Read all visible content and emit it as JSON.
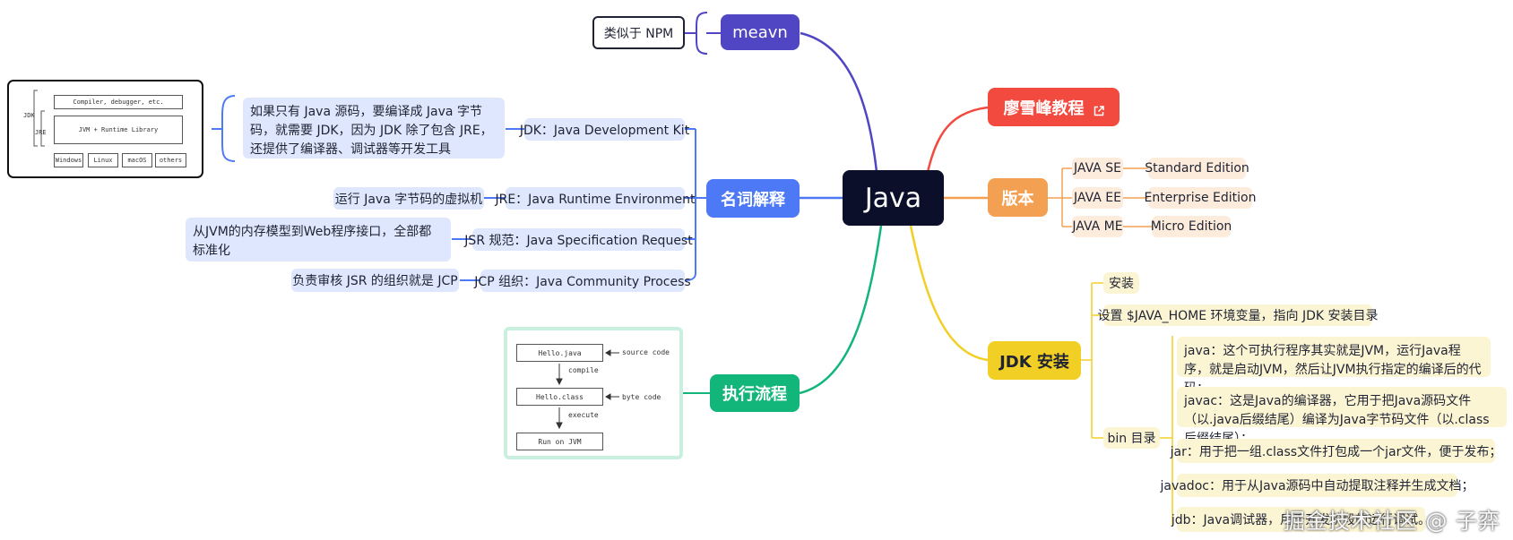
{
  "root": {
    "label": "Java"
  },
  "meavn": {
    "label": "meavn",
    "note": "类似于 NPM"
  },
  "tutorial": {
    "label": "廖雪峰教程"
  },
  "terms": {
    "label": "名词解释",
    "jdk": {
      "label": "JDK：Java Development Kit",
      "note": "如果只有 Java 源码，要编译成 Java 字节码，就需要 JDK，因为 JDK 除了包含 JRE，还提供了编译器、调试器等开发工具"
    },
    "jre": {
      "label": "JRE：Java Runtime Environment",
      "note": "运行 Java 字节码的虚拟机"
    },
    "jsr": {
      "label": "JSR 规范：Java Specification Request",
      "note": "从JVM的内存模型到Web程序接口，全部都标准化"
    },
    "jcp": {
      "label": "JCP 组织：Java Community Process",
      "note": "负责审核 JSR 的组织就是 JCP"
    },
    "diagram": {
      "top": "Compiler, debugger, etc.",
      "mid": "JVM + Runtime Library",
      "os": [
        "Windows",
        "Linux",
        "macOS",
        "others"
      ],
      "jdk": "JDK",
      "jre": "JRE"
    }
  },
  "versions": {
    "label": "版本",
    "items": [
      {
        "abbr": "JAVA SE",
        "name": "Standard Edition"
      },
      {
        "abbr": "JAVA EE",
        "name": "Enterprise Edition"
      },
      {
        "abbr": "JAVA ME",
        "name": "Micro Edition"
      }
    ]
  },
  "flow": {
    "label": "执行流程",
    "diagram": {
      "source_file": "Hello.java",
      "source_note": "source code",
      "compile": "compile",
      "class_file": "Hello.class",
      "class_note": "byte code",
      "execute": "execute",
      "run": "Run on JVM"
    }
  },
  "install": {
    "label": "JDK 安装",
    "step1": "安装",
    "step2": "设置 $JAVA_HOME 环境变量，指向 JDK 安装目录",
    "bin_label": "bin 目录",
    "bin_items": [
      "java：这个可执行程序其实就是JVM，运行Java程序，就是启动JVM，然后让JVM执行指定的编译后的代码；",
      "javac：这是Java的编译器，它用于把Java源码文件（以.java后缀结尾）编译为Java字节码文件（以.class后缀结尾）；",
      "jar：用于把一组.class文件打包成一个jar文件，便于发布；",
      "javadoc：用于从Java源码中自动提取注释并生成文档；",
      "jdb：Java调试器，用于开发阶段的运行调试。"
    ]
  },
  "watermark": "掘金技术社区 @ 子弈",
  "colors": {
    "root": "#0b0f2a",
    "meavn": "#5046c3",
    "tutorial": "#f24a3f",
    "terms": "#4d79f6",
    "versions": "#f4a052",
    "flow": "#12b57a",
    "install": "#f2cf25"
  }
}
